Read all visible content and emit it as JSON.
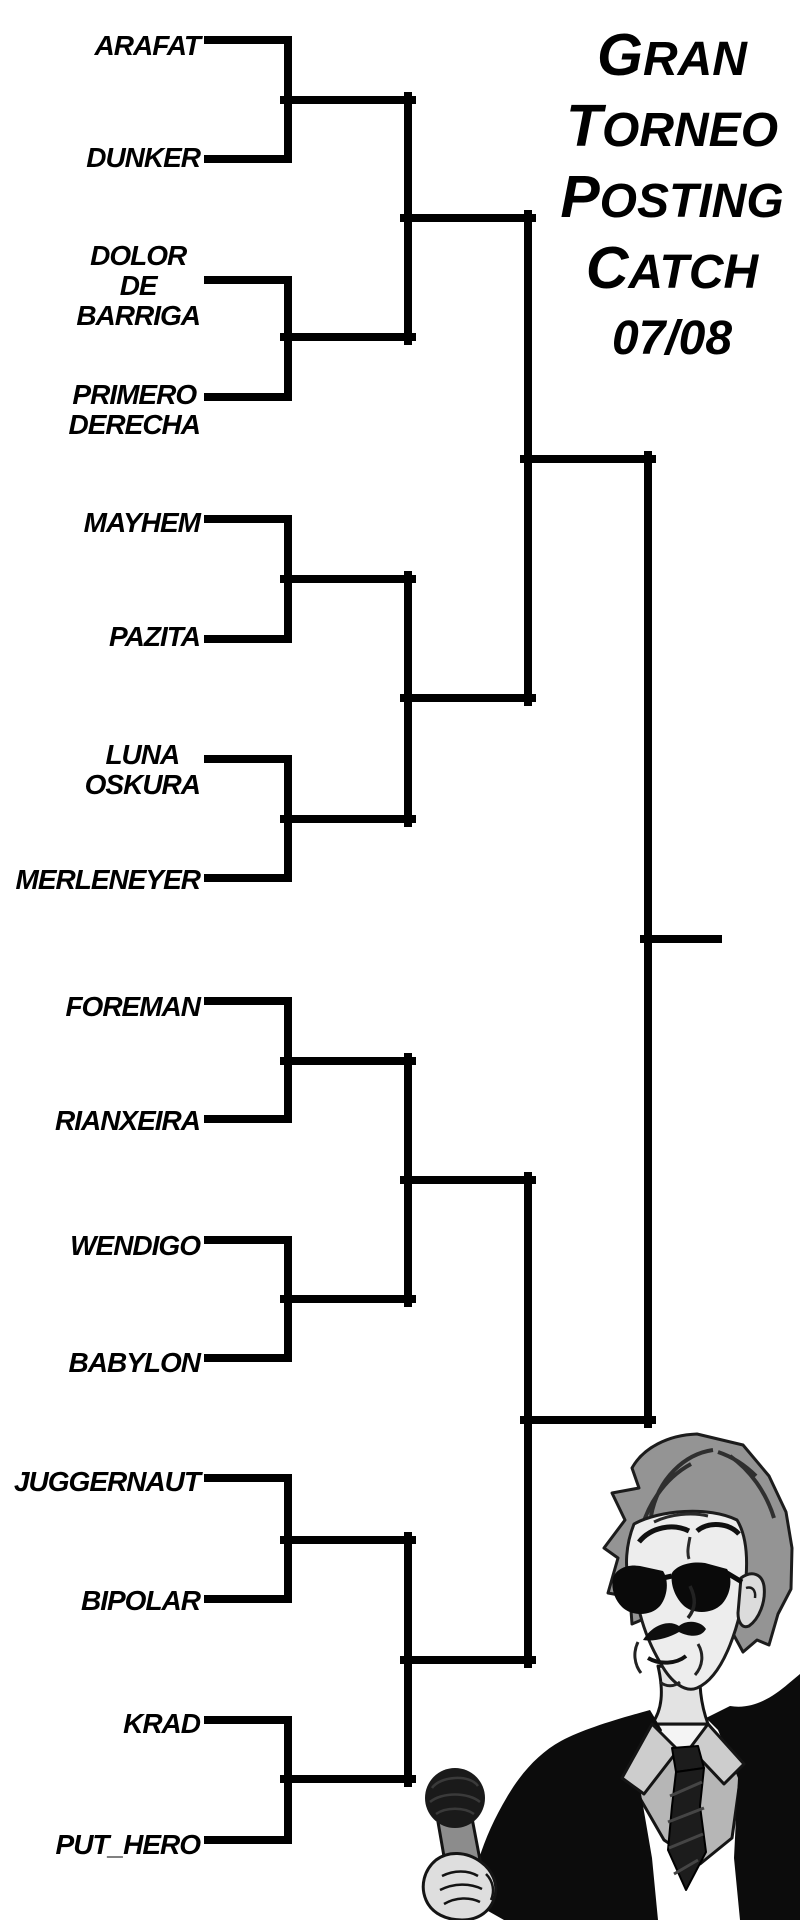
{
  "page": {
    "background": "#ffffff",
    "ink": "#000000"
  },
  "title": {
    "lines": [
      "Gran",
      "Torneo",
      "Posting",
      "Catch",
      "07/08"
    ]
  },
  "bracket": {
    "rounds": 4,
    "players": [
      "ARAFAT",
      "DUNKER",
      "DOLOR\nDE\nBARRIGA",
      "PRIMERO\nDERECHA",
      "MAYHEM",
      "PAZITA",
      "LUNA\nOSKURA",
      "MERLENEYER",
      "FOREMAN",
      "RIANXEIRA",
      "WENDIGO",
      "BABYLON",
      "JUGGERNAUT",
      "BIPOLAR",
      "KRAD",
      "PUT_HERO"
    ],
    "round1_matches": [
      [
        "ARAFAT",
        "DUNKER"
      ],
      [
        "DOLOR DE BARRIGA",
        "PRIMERO DERECHA"
      ],
      [
        "MAYHEM",
        "PAZITA"
      ],
      [
        "LUNA OSKURA",
        "MERLENEYER"
      ],
      [
        "FOREMAN",
        "RIANXEIRA"
      ],
      [
        "WENDIGO",
        "BABYLON"
      ],
      [
        "JUGGERNAUT",
        "BIPOLAR"
      ],
      [
        "KRAD",
        "PUT_HERO"
      ]
    ],
    "illustration": "tournament-announcer-with-microphone"
  }
}
